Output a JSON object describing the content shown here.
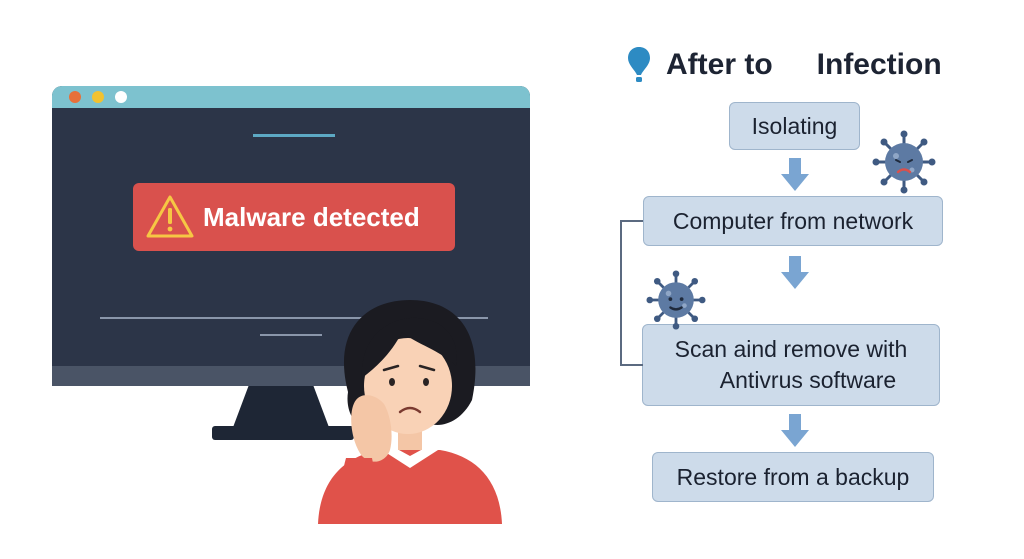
{
  "title": {
    "part1": "After to",
    "part2": "Infection",
    "icon": "lightbulb-pin-icon"
  },
  "screen": {
    "alert_text": "Malware detected",
    "alert_icon": "warning-icon",
    "window_dots": [
      "#e7703a",
      "#f2c230",
      "#ffffff"
    ]
  },
  "steps": [
    {
      "lines": [
        "Isolating"
      ]
    },
    {
      "lines": [
        "Computer from network"
      ]
    },
    {
      "lines": [
        "Scan aind remove with",
        "Antivrus software"
      ]
    },
    {
      "lines": [
        "Restore from a backup"
      ]
    }
  ],
  "colors": {
    "accent": "#2d8bc3",
    "alert": "#d9514d",
    "box_fill": "#cddbea",
    "box_border": "#9fb5cc",
    "arrow": "#7aa5d2",
    "virus": "#5d7aa3",
    "monitor_screen": "#2c3548",
    "monitor_bar": "#7dc2cf",
    "sweater": "#e0524a"
  }
}
